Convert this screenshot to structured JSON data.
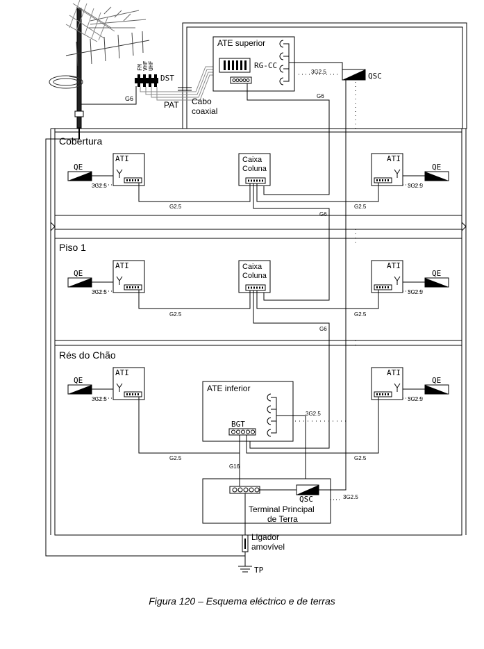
{
  "rooms": {
    "cobertura": "Cobertura",
    "piso1": "Piso 1",
    "res_do_chao": "Rés do Chão"
  },
  "devices": {
    "ate_superior": "ATE superior",
    "ate_inferior": "ATE inferior",
    "rg_cc": "RG-CC",
    "qsc": "QSC",
    "ati": "ATI",
    "qe": "QE",
    "caixa": "Caixa",
    "coluna": "Coluna",
    "bgt": "BGT",
    "dst": "DST",
    "pat": "PAT",
    "tp": "TP",
    "fm": "FM",
    "vhf": "VHF",
    "uhf": "UHF"
  },
  "labels": {
    "cabo": "Cabo",
    "coaxial": "coaxial",
    "terminal_line1": "Terminal Principal",
    "terminal_line2": "de Terra",
    "ligador_line1": "Ligador",
    "ligador_line2": "amovível"
  },
  "wires": {
    "g6": "G6",
    "g2_5": "G2.5",
    "three_g2_5": "3G2.5",
    "g16": "G16"
  },
  "caption": "Figura 120 – Esquema eléctrico e de terras"
}
